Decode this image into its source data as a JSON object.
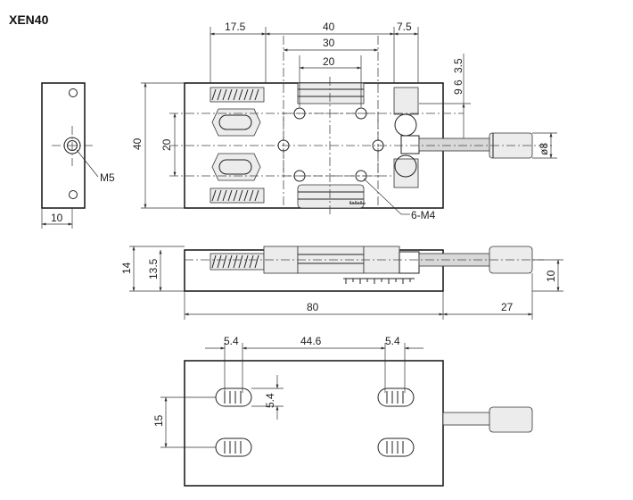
{
  "title": "XEN40",
  "front_view": {
    "dims": {
      "left_width": "17.5",
      "top_width": "40",
      "inner_30": "30",
      "inner_20": "20",
      "right_width": "7.5",
      "height": "40",
      "hole_spacing": "20",
      "stack_top": "3.5",
      "stack_mid": "6",
      "stack_bottom": "9",
      "knob_dia": "ø8"
    },
    "callouts": {
      "tapped_holes": "6-M4"
    }
  },
  "side_view": {
    "dims": {
      "width": "10"
    },
    "callouts": {
      "thread": "M5"
    }
  },
  "elevation_view": {
    "dims": {
      "overall_height": "14",
      "body_height": "13.5",
      "length": "80",
      "knob_extension": "27",
      "knob_height": "10"
    }
  },
  "bottom_view": {
    "dims": {
      "slot_width_left": "5.4",
      "slot_spacing": "44.6",
      "slot_width_right": "5.4",
      "slot_length": "5.4",
      "slot_pitch": "15"
    }
  }
}
